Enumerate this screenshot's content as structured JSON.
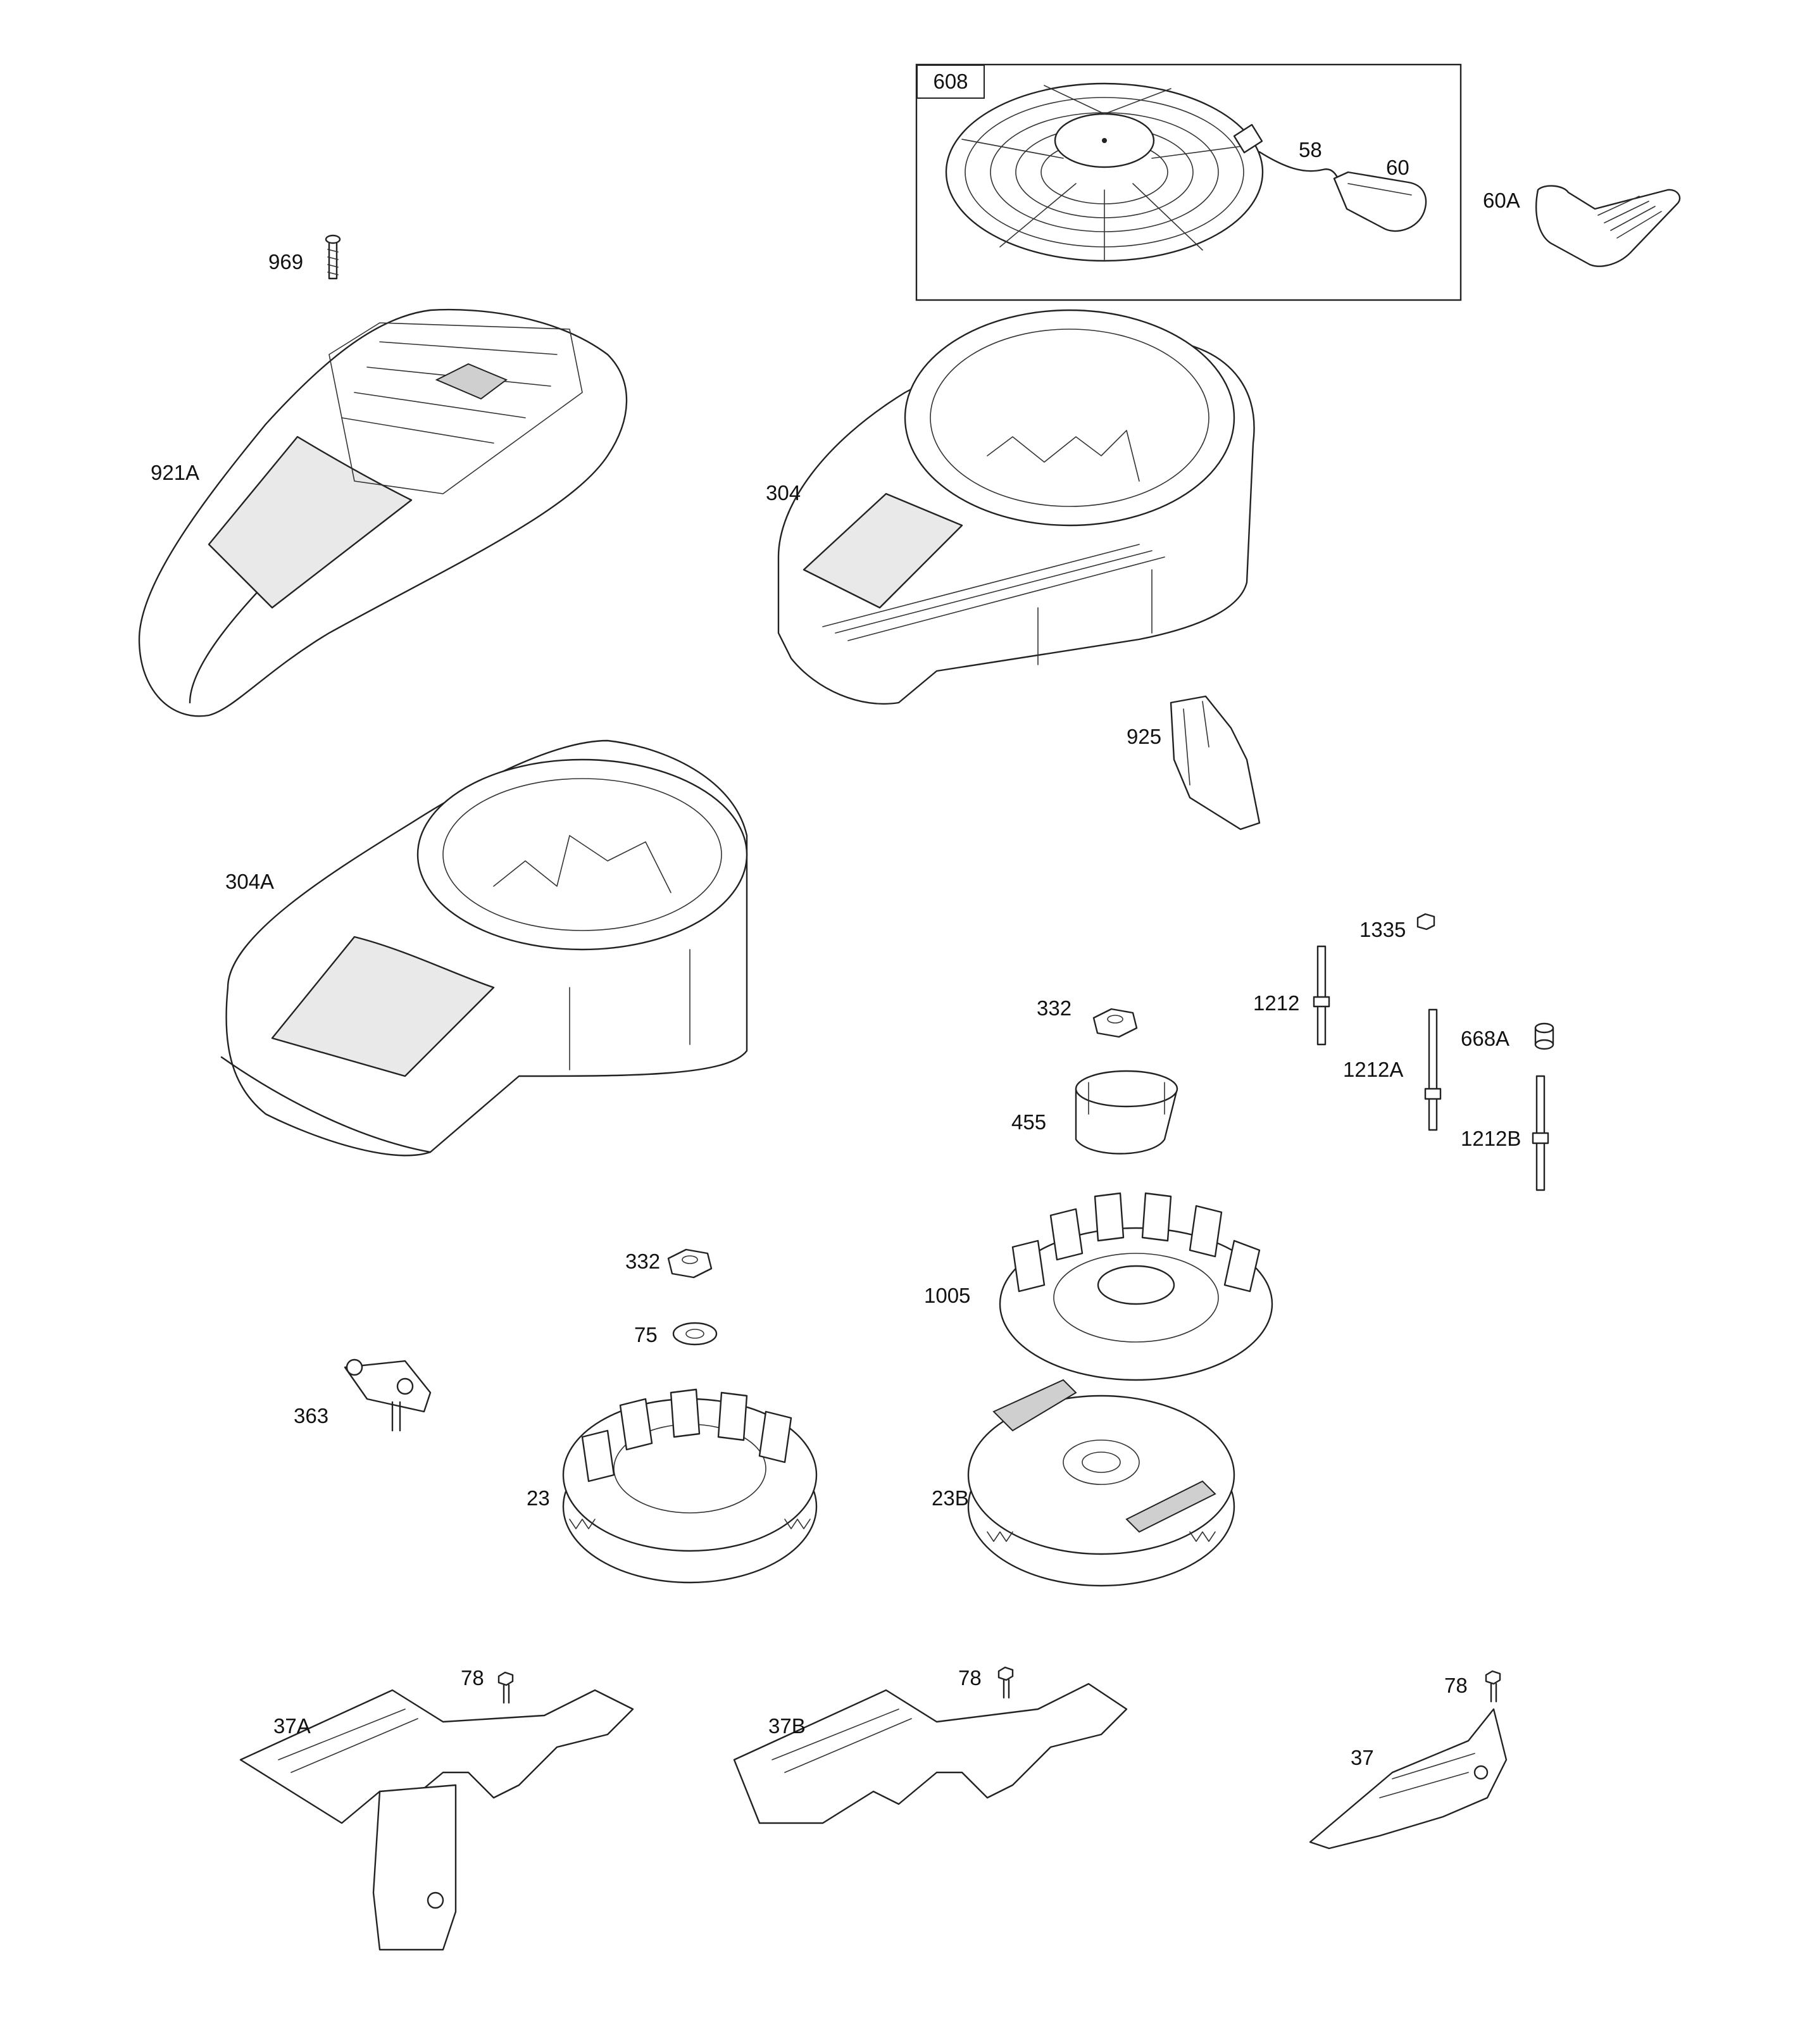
{
  "kit_box_label": "608",
  "callouts": {
    "p969": "969",
    "p921A": "921A",
    "p304": "304",
    "p58": "58",
    "p60": "60",
    "p60A": "60A",
    "p925": "925",
    "p304A": "304A",
    "p1335": "1335",
    "p332a": "332",
    "p1212": "1212",
    "p668A": "668A",
    "p1212A": "1212A",
    "p455": "455",
    "p1212B": "1212B",
    "p332b": "332",
    "p75": "75",
    "p1005": "1005",
    "p363": "363",
    "p23": "23",
    "p23B": "23B",
    "p78a": "78",
    "p78b": "78",
    "p78c": "78",
    "p37A": "37A",
    "p37B": "37B",
    "p37": "37"
  },
  "parts": [
    {
      "id": "969",
      "name": "screw"
    },
    {
      "id": "921A",
      "name": "blower housing cover"
    },
    {
      "id": "608",
      "name": "rewind starter kit"
    },
    {
      "id": "58",
      "name": "starter rope"
    },
    {
      "id": "60",
      "name": "starter handle"
    },
    {
      "id": "60A",
      "name": "starter handle"
    },
    {
      "id": "304",
      "name": "blower housing"
    },
    {
      "id": "925",
      "name": "baffle"
    },
    {
      "id": "304A",
      "name": "blower housing"
    },
    {
      "id": "1335",
      "name": "nut"
    },
    {
      "id": "332",
      "name": "flywheel nut"
    },
    {
      "id": "1212",
      "name": "stud"
    },
    {
      "id": "1212A",
      "name": "stud"
    },
    {
      "id": "1212B",
      "name": "stud"
    },
    {
      "id": "668A",
      "name": "spacer"
    },
    {
      "id": "455",
      "name": "starter cup"
    },
    {
      "id": "75",
      "name": "washer"
    },
    {
      "id": "1005",
      "name": "fan"
    },
    {
      "id": "363",
      "name": "ignition armature bracket"
    },
    {
      "id": "23",
      "name": "flywheel"
    },
    {
      "id": "23B",
      "name": "flywheel"
    },
    {
      "id": "78",
      "name": "screw"
    },
    {
      "id": "37A",
      "name": "air guide"
    },
    {
      "id": "37B",
      "name": "air guide"
    },
    {
      "id": "37",
      "name": "air guide"
    }
  ]
}
